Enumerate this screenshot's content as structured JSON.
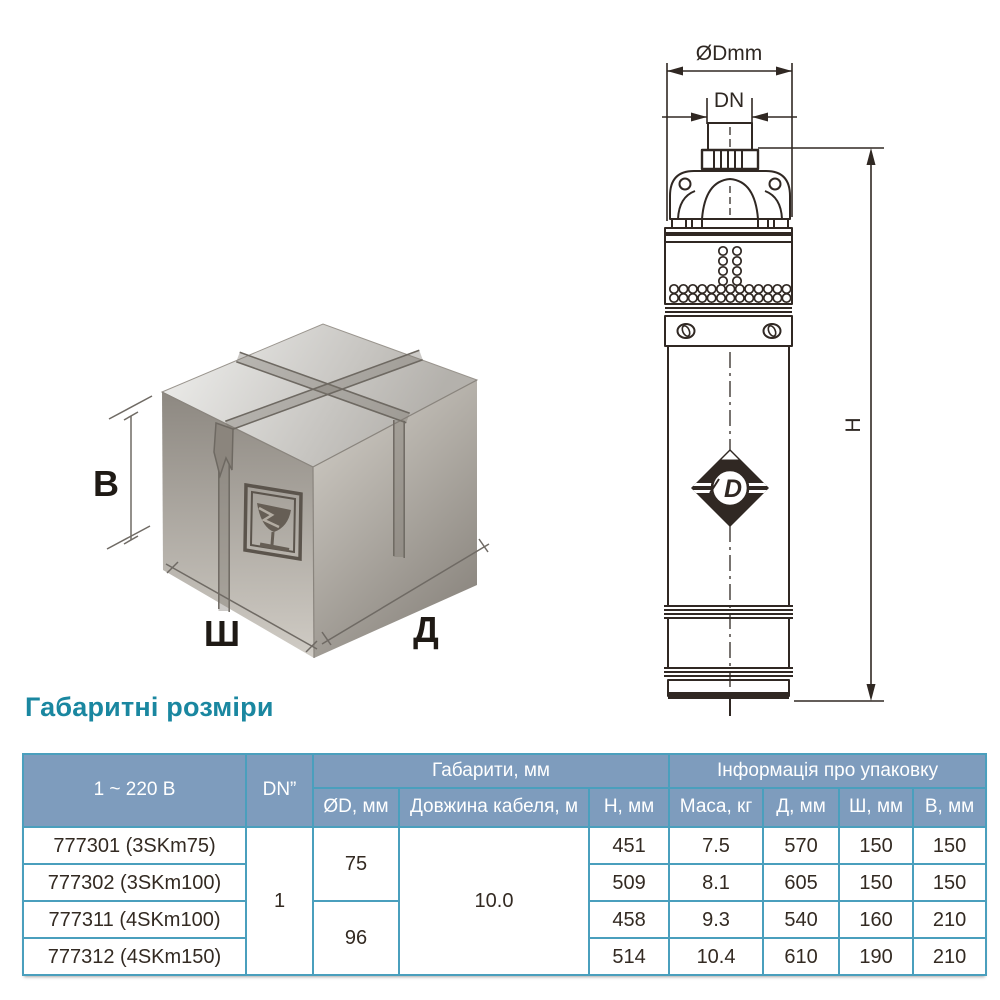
{
  "title": "Габаритні розміри",
  "pump_drawing": {
    "diameter_label": "ØDmm",
    "dn_label": "DN",
    "height_label": "H"
  },
  "package_drawing": {
    "height_label": "В",
    "width_label": "Ш",
    "length_label": "Д"
  },
  "colors": {
    "accent_teal": "#1A87A0",
    "table_header_bg": "#7E9CBD",
    "table_border": "#4A9FBD",
    "drawing_stroke": "#302823"
  },
  "table": {
    "header": {
      "voltage": "1 ~ 220 В",
      "dn": "DN”",
      "group_dimensions": "Габарити, мм",
      "group_packaging": "Інформація про упаковку",
      "col_diameter": "ØD, мм",
      "col_cable": "Довжина кабеля, м",
      "col_h": "Н, мм",
      "col_mass": "Маса, кг",
      "col_length": "Д, мм",
      "col_width": "Ш, мм",
      "col_height": "В, мм"
    },
    "merged": {
      "dn_value": "1",
      "diameter_75": "75",
      "diameter_96": "96",
      "cable_value": "10.0"
    },
    "rows": [
      {
        "model": "777301 (3SKm75)",
        "h": "451",
        "mass": "7.5",
        "len": "570",
        "wid": "150",
        "hgt": "150"
      },
      {
        "model": "777302 (3SKm100)",
        "h": "509",
        "mass": "8.1",
        "len": "605",
        "wid": "150",
        "hgt": "150"
      },
      {
        "model": "777311 (4SKm100)",
        "h": "458",
        "mass": "9.3",
        "len": "540",
        "wid": "160",
        "hgt": "210"
      },
      {
        "model": "777312 (4SKm150)",
        "h": "514",
        "mass": "10.4",
        "len": "610",
        "wid": "190",
        "hgt": "210"
      }
    ]
  }
}
